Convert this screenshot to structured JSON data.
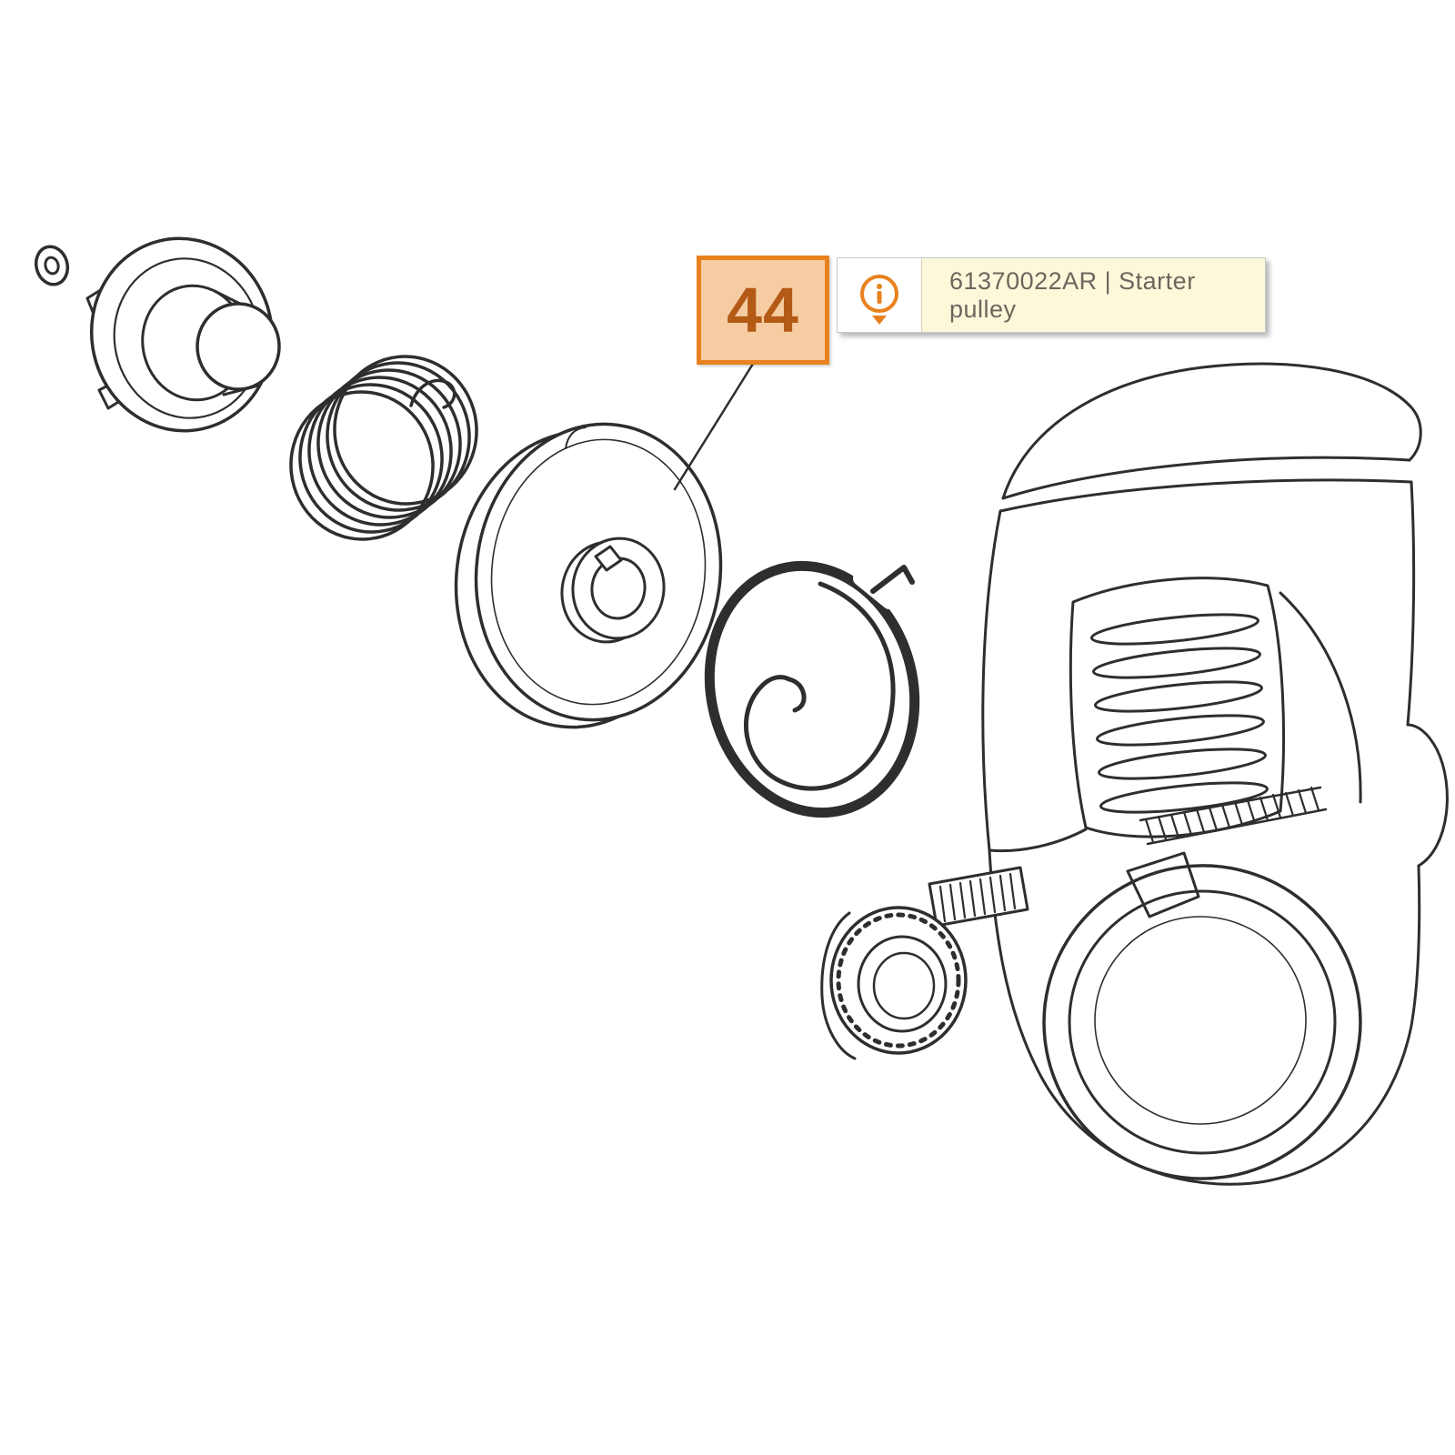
{
  "callout": {
    "number": "44"
  },
  "tooltip": {
    "text": "61370022AR | Starter pulley",
    "part_number": "61370022AR",
    "part_name": "Starter pulley"
  },
  "icons": {
    "info_icon": "circled-i",
    "tooltip_pointer_icon": "down-triangle"
  },
  "colors": {
    "accent_orange": "#e8821e",
    "callout_fill": "#f6cda3",
    "callout_border": "#e8821e",
    "callout_text": "#b45a17",
    "tooltip_bg": "#fcf8da",
    "tooltip_border": "#c8c8c8",
    "tooltip_text": "#6b675c",
    "line_art": "#2e2e2e"
  }
}
